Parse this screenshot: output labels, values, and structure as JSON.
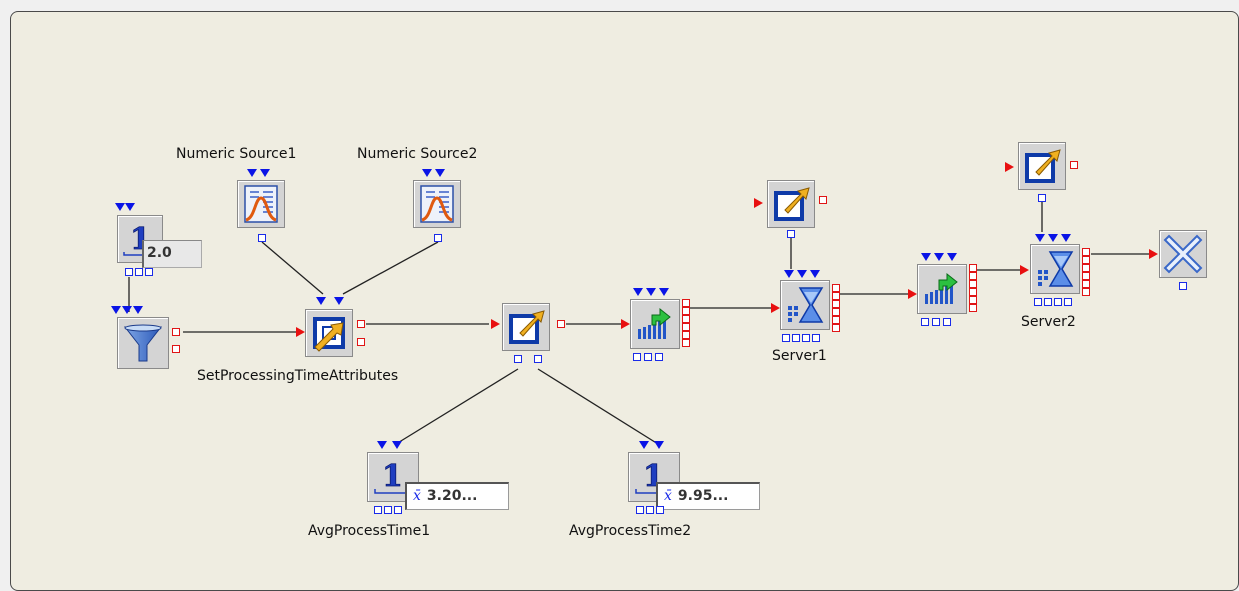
{
  "blocks": {
    "numeric_source1": {
      "label": "Numeric Source1",
      "icon": "bell-curve-source-icon"
    },
    "numeric_source2": {
      "label": "Numeric Source2",
      "icon": "bell-curve-source-icon"
    },
    "set_processing_time_attributes": {
      "label": "SetProcessingTimeAttributes",
      "icon": "set-attributes-icon"
    },
    "server1": {
      "label": "Server1",
      "icon": "hourglass-server-icon"
    },
    "server2": {
      "label": "Server2",
      "icon": "hourglass-server-icon"
    },
    "avg_process_time1": {
      "label": "AvgProcessTime1",
      "value": "3.20...",
      "icon": "display-one-icon"
    },
    "avg_process_time2": {
      "label": "AvgProcessTime2",
      "value": "9.95...",
      "icon": "display-one-icon"
    },
    "display_constant": {
      "value": "2.0",
      "icon": "display-one-icon"
    },
    "filter": {
      "icon": "funnel-icon"
    },
    "set_attribute_block": {
      "icon": "set-attribute-arrow-icon"
    },
    "entity_gen_server1": {
      "icon": "set-attribute-arrow-icon"
    },
    "entity_gen_server2": {
      "icon": "set-attribute-arrow-icon"
    },
    "queue1": {
      "icon": "queue-icon"
    },
    "queue2": {
      "icon": "queue-icon"
    },
    "sink": {
      "icon": "x-sink-icon"
    }
  },
  "colors": {
    "canvas": "#efede1",
    "entity_line": "#e81010",
    "signal_port": "#1a2be8",
    "signal_line": "#222222"
  }
}
